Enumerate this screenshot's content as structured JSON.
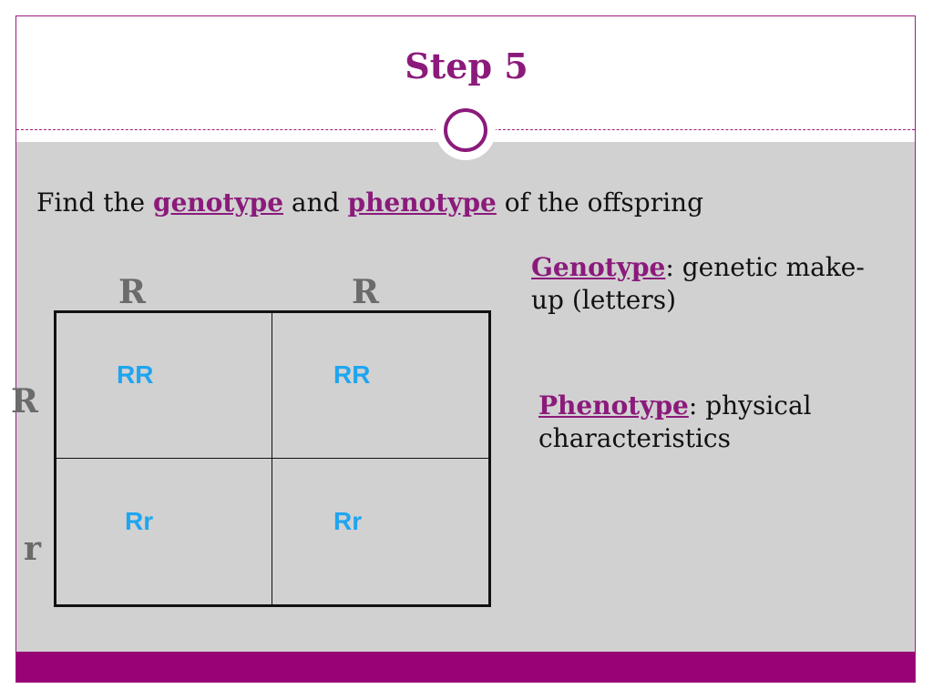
{
  "slide": {
    "title": "Step 5",
    "instruction": {
      "prefix": "Find the ",
      "term1": "genotype",
      "middle": " and ",
      "term2": "phenotype",
      "suffix": " of the offspring"
    },
    "punnett": {
      "column_labels": [
        "R",
        "R"
      ],
      "row_labels": [
        "R",
        "r"
      ],
      "cells": [
        [
          "RR",
          "RR"
        ],
        [
          "Rr",
          "Rr"
        ]
      ]
    },
    "definitions": {
      "genotype": {
        "term": "Genotype",
        "text": ": genetic make-",
        "text2": "up (letters)"
      },
      "phenotype": {
        "term": "Phenotype",
        "text": ": physical",
        "text2": "characteristics"
      }
    }
  },
  "colors": {
    "accent": "#8b1a7b",
    "bar": "#990177",
    "band": "#d1d1d1",
    "cell_text": "#1ea5f0",
    "label_grey": "#6b6b6b"
  }
}
